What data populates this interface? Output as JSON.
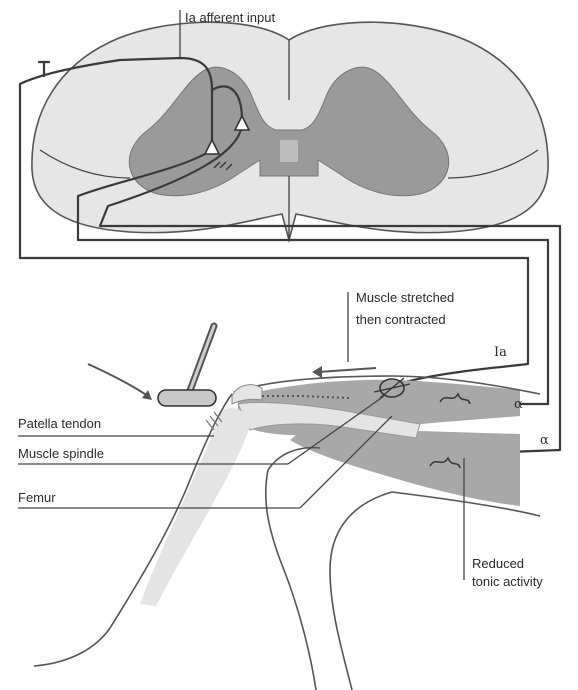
{
  "labels": {
    "afferent": "Ia afferent input",
    "stretch_line1": "Muscle stretched",
    "stretch_line2": "then contracted",
    "ia": "Ia",
    "alpha1": "α",
    "alpha2": "α",
    "patella": "Patella tendon",
    "spindle": "Muscle spindle",
    "femur": "Femur",
    "reduced_line1": "Reduced",
    "reduced_line2": "tonic activity"
  },
  "colors": {
    "white_matter": "#e6e6e6",
    "grey_matter": "#9a9a9a",
    "muscle": "#a8a8a8",
    "bone": "#e4e4e4",
    "line": "#3a3a3a"
  }
}
